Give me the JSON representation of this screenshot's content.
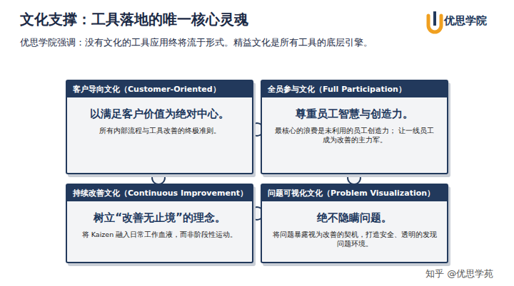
{
  "diagram": {
    "title": "文化支撑：工具落地的唯一核心灵魂",
    "nodes": [
      {
        "text": [
          "客户导向文化（Customer-Oriented）",
          "以满足客户价值为绝对中心。",
          "所有内部流程与工具改善的终极准则。"
        ]
      },
      {
        "text": [
          "全员参与文化（Full Participation）",
          "尊重员工智慧与创造力。",
          "最核心的浪费是未利用的员工创造力； 让一线员工成为改善的主力军。"
        ]
      },
      {
        "text": [
          "持续改善文化（Continuous Improvement）",
          "树立“改善无止境”的理念。",
          "将 Kaizen 融入日常工作血液，而非阶段性运动。"
        ]
      },
      {
        "text": [
          "问题可视化文化（Problem Visualization）",
          "绝不隐瞒问题。",
          "将问题暴露视为改善的契机，打造安全、透明的发现问题环境。"
        ]
      }
    ],
    "labels": [
      "优思学院强调：没有文化的工具应用终将流于形式。精益文化是所有工具的底层引擎。",
      "优思学院",
      "知乎 @优思学苑"
    ]
  }
}
